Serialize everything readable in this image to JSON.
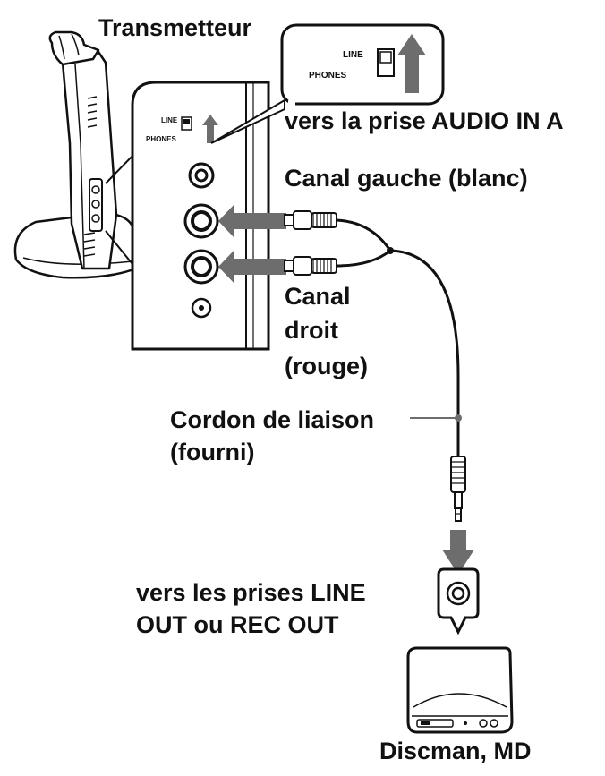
{
  "labels": {
    "transmitter": "Transmetteur",
    "audio_in": "vers la prise AUDIO IN A",
    "left_channel": "Canal gauche (blanc)",
    "right_channel_1": "Canal",
    "right_channel_2": "droit",
    "right_channel_3": "(rouge)",
    "cord_1": "Cordon de liaison",
    "cord_2": "(fourni)",
    "line_out_1": "vers les prises LINE",
    "line_out_2": "OUT ou REC OUT",
    "device": "Discman, MD"
  },
  "switch": {
    "line": "LINE",
    "phones": "PHONES"
  },
  "colors": {
    "ink": "#111111",
    "arrow": "#6d6d6d",
    "panel": "#ffffff"
  }
}
